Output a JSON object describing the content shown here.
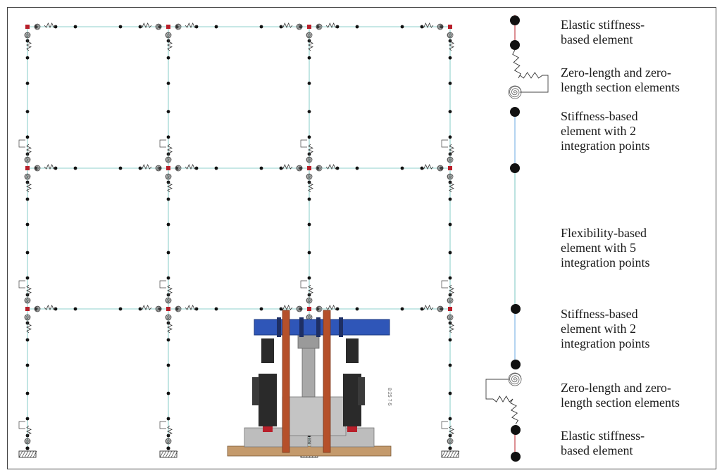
{
  "colors": {
    "member_line": "#8fd0cc",
    "node": "#111111",
    "beam_blue": "#2f56b8",
    "actuator_dark": "#2a2a2a",
    "column_rust": "#b5502a",
    "base_gray": "#bdbdbd",
    "platform_brown": "#c49a6c",
    "hinge_red": "#b81f2a"
  },
  "icons": {
    "rotational_spring": "spiral-spring-icon",
    "translational_spring": "zigzag-spring-icon",
    "fixed_support": "hatched-support-icon"
  },
  "specimen_annotation": "8:25 7-5",
  "legend": {
    "items": [
      {
        "label": "Elastic stiffness-\nbased element"
      },
      {
        "label": "Zero-length and zero-\nlength section elements"
      },
      {
        "label": "Stiffness-based\nelement with 2\nintegration points"
      },
      {
        "label": "Flexibility-based\nelement with 5\nintegration points"
      },
      {
        "label": "Stiffness-based\nelement with 2\nintegration points"
      },
      {
        "label": "Zero-length and zero-\nlength section elements"
      },
      {
        "label": "Elastic stiffness-\nbased element"
      }
    ]
  }
}
